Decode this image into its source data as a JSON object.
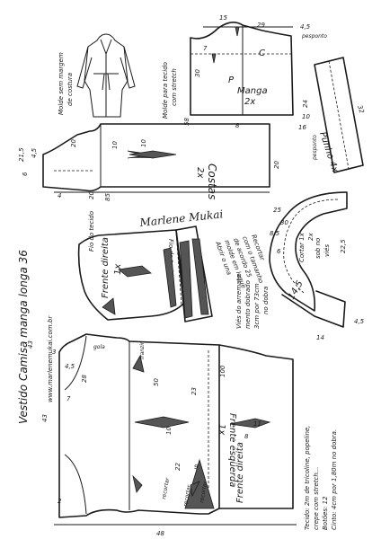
{
  "texts": {
    "title": "Vestido Camisa manga longa 36",
    "site": "www.marlenemukai.com.br",
    "molde_sem_margem": "Molde sem margem",
    "de_costura": "de costura",
    "molde_tecido": "Molde para tecido",
    "com_stretch": "com stretch",
    "costas": "Costas",
    "costas_qty": "2x",
    "manga": "Manga",
    "manga_qty": "2x",
    "p": "P",
    "c": "C",
    "punho": "Punho 4x",
    "fio_tecido_1": "Fio do tecido",
    "fio_tecido_2": "Fio do tecido",
    "frente_dir_top": "Frente direita",
    "frente_dir_top_qty": "1x",
    "frente_esq": "Frente esquerda",
    "frente_esq_qty": "1x",
    "frente_dir_bottom": "Frente direita",
    "abrir_1": "Abrir o una",
    "abrir_2": "molde em leque",
    "abrir_3": "de acordo 25",
    "abrir_4": "com o tamanho",
    "abrir_5": "Recortar",
    "vies_1": "Viés do arremate",
    "vies_2": "mento dobrado",
    "vies_3": "3cm por 73cm",
    "vies_4": "no dobra",
    "cortar_1": "Cortar 1x",
    "cortar_2": "2x",
    "cortar_3": "sob no",
    "cortar_4": "viés",
    "recortar_1": "recortar",
    "recortar_2": "recortar",
    "recortar_3": "recortar",
    "gola": "gola",
    "franzir": "franzir",
    "pesponto": "pesponto",
    "pesponto2": "pesponto",
    "tecido_1": "Tecido: 2m de tricoline, popeline,",
    "tecido_2": "crepe com stretch...",
    "botoes": "Botões: 12",
    "cinto": "Cinto: 4cm por 1,80m no dobra.",
    "signature": "Marlene Mukai"
  },
  "measures": {
    "m43": "43",
    "m4_5": "4,5",
    "m15": "15",
    "m29": "29",
    "m7": "7",
    "m30": "30",
    "m58": "58",
    "m8": "8",
    "m20a": "20",
    "m21_5": "21,5",
    "m6": "6",
    "m4_5b": "4,5",
    "m10a": "10",
    "m10b": "10",
    "m20b": "20",
    "m85": "85",
    "m20c": "20",
    "m32": "32",
    "m24": "24",
    "m16": "16",
    "m10c": "10",
    "m8_5": "8,5",
    "m4": "4",
    "m30b": "30",
    "m6b": "6",
    "m25": "25",
    "m14": "14",
    "m22_5": "22,5",
    "m4_5c": "4,5",
    "m43b": "43",
    "m7b": "7",
    "m14_5": "14,5",
    "m4_5d": "4,5",
    "m3": "3",
    "m28": "28",
    "m48": "48",
    "m10d": "10",
    "m8b": "8",
    "m11": "11",
    "m23": "23",
    "m50": "50",
    "m100": "100",
    "m9": "9",
    "m22": "22",
    "m2": "2"
  }
}
